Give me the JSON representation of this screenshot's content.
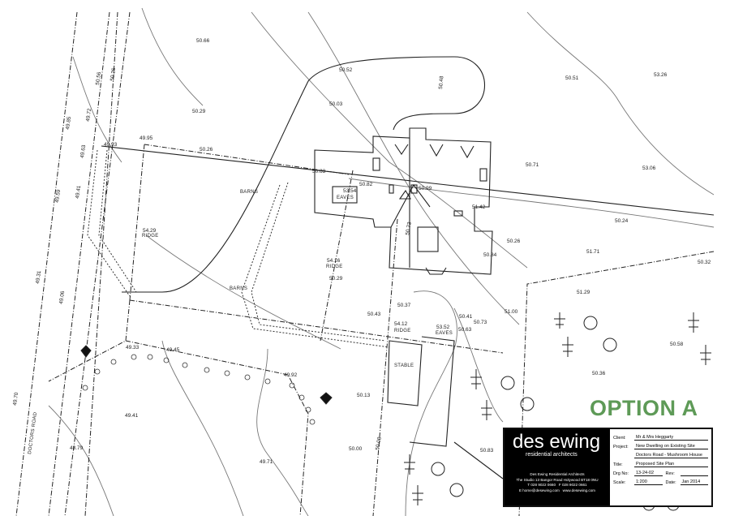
{
  "drawing": {
    "option_label": "OPTION A",
    "labels": {
      "barns_1": "BARNS",
      "barns_2": "BARNS",
      "stable": "STABLE",
      "doctors_road": "DOCTORS ROAD",
      "ridge_1": "RIDGE",
      "ridge_2": "RIDGE",
      "ridge_3": "RIDGE",
      "eaves_1": "EAVES",
      "eaves_2": "EAVES"
    },
    "levels": [
      "50.66",
      "50.52",
      "50.48",
      "50.51",
      "53.26",
      "50.29",
      "50.03",
      "49.95",
      "49.93",
      "50.26",
      "50.63",
      "50.71",
      "53.06",
      "50.24",
      "50.26",
      "51.71",
      "50.32",
      "50.84",
      "51.29",
      "51.00",
      "50.58",
      "50.36",
      "54.16",
      "50.29",
      "50.43",
      "50.37",
      "54.12",
      "50.41",
      "50.73",
      "53.52",
      "50.63",
      "50.13",
      "49.41",
      "48.79",
      "49.71",
      "50.00",
      "50.83",
      "49.33",
      "49.45",
      "49.92",
      "50.99",
      "50.82",
      "53.54",
      "51.42",
      "54.29",
      "50.73",
      "50.08",
      "49.85",
      "49.41",
      "49.72",
      "49.59",
      "49.63",
      "49.70",
      "49.31",
      "49.06",
      "50.56",
      "50.36"
    ],
    "colors": {
      "option": "#5e9a57",
      "lines": "#222222",
      "contours": "#777777"
    }
  },
  "title_block": {
    "brand": "des ewing",
    "tagline": "residential architects",
    "company": "Des Ewing Residential Architects",
    "address": "The Studio 13 Bangor Road Holywood BT18 0NU",
    "phone": "T 028 9022 0660",
    "fax": "F 028 9022 0661",
    "email": "E home@desewing.com",
    "web": "www.desewing.com",
    "client_label": "Client:",
    "client": "Mr & Mrs Heggarty",
    "project_label": "Project:",
    "project_1": "New Dwelling on Existing Site",
    "project_2": "Doctors Road - Mushroom House",
    "title_label": "Title:",
    "title": "Proposed Site Plan",
    "drg_label": "Drg No:",
    "drg": "13-24-02",
    "rev_label": "Rev:",
    "rev": "",
    "scale_label": "Scale:",
    "scale": "1:200",
    "date_label": "Date:",
    "date": "Jan 2014"
  }
}
